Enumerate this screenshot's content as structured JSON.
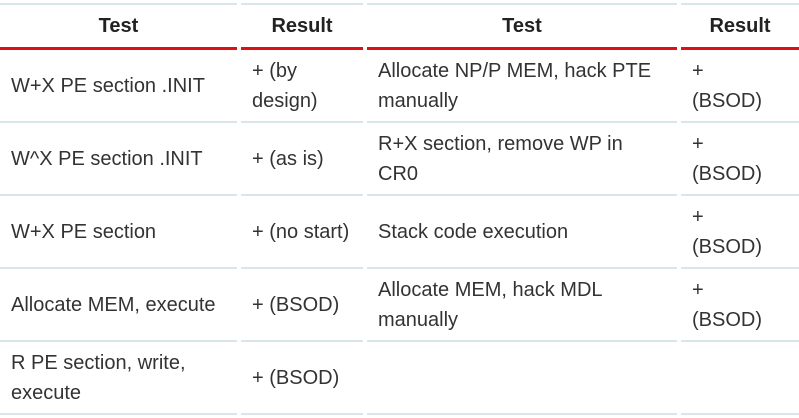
{
  "colors": {
    "header_underline": "#dc1115",
    "row_divider": "#d8e5eb",
    "header_text": "#222222",
    "body_text": "#333333"
  },
  "table": {
    "columns": [
      "Test",
      "Result",
      "Test",
      "Result"
    ],
    "rows": [
      {
        "cells": [
          "W+X PE section .INIT",
          "+ (by\ndesign)",
          "Allocate NP/P MEM, hack PTE\nmanually",
          "+\n(BSOD)"
        ]
      },
      {
        "cells": [
          "W^X PE section .INIT",
          "+ (as is)",
          "R+X section, remove WP in CR0",
          "+\n(BSOD)"
        ]
      },
      {
        "cells": [
          "W+X PE section",
          "+ (no start)",
          "Stack code execution",
          "+\n(BSOD)"
        ]
      },
      {
        "cells": [
          "Allocate MEM, execute",
          "+ (BSOD)",
          "Allocate MEM, hack MDL\nmanually",
          "+\n(BSOD)"
        ]
      },
      {
        "cells": [
          "R PE section, write,\nexecute",
          "+ (BSOD)",
          "",
          ""
        ]
      }
    ]
  }
}
